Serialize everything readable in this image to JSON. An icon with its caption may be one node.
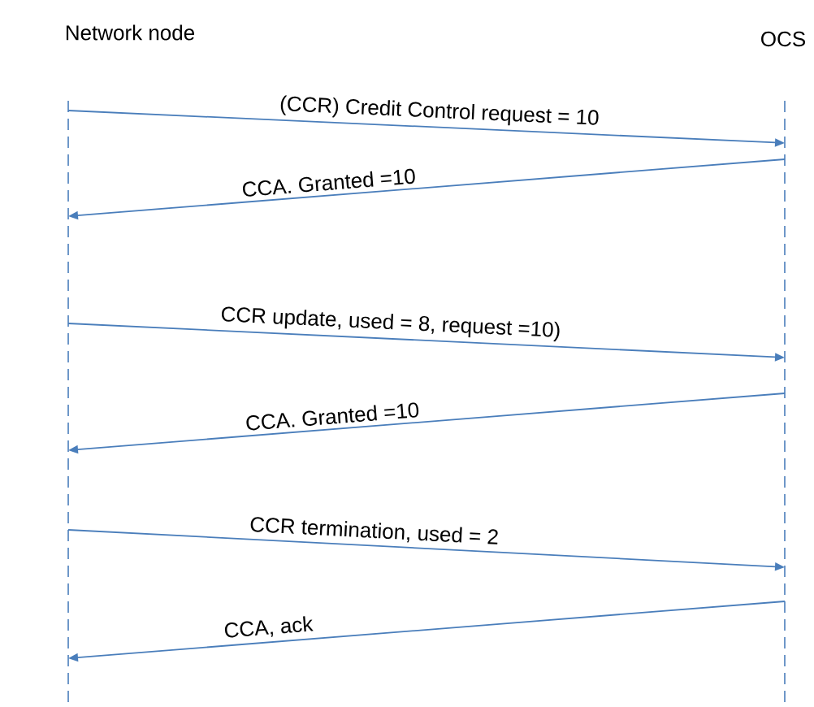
{
  "diagram": {
    "nodes": [
      {
        "text": [
          "Network node"
        ]
      },
      {
        "text": [
          "OCS"
        ]
      }
    ],
    "edges": [
      {
        "from": 0,
        "to": 1,
        "arrow": "to",
        "label": "(CCR) Credit Control request = 10"
      },
      {
        "from": 1,
        "to": 0,
        "arrow": "to",
        "label": "CCA. Granted =10"
      },
      {
        "from": 0,
        "to": 1,
        "arrow": "to",
        "label": "CCR update, used = 8, request =10)"
      },
      {
        "from": 1,
        "to": 0,
        "arrow": "to",
        "label": "CCA. Granted =10"
      },
      {
        "from": 0,
        "to": 1,
        "arrow": "to",
        "label": "CCR termination, used = 2"
      },
      {
        "from": 1,
        "to": 0,
        "arrow": "to",
        "label": "CCA, ack"
      }
    ]
  }
}
